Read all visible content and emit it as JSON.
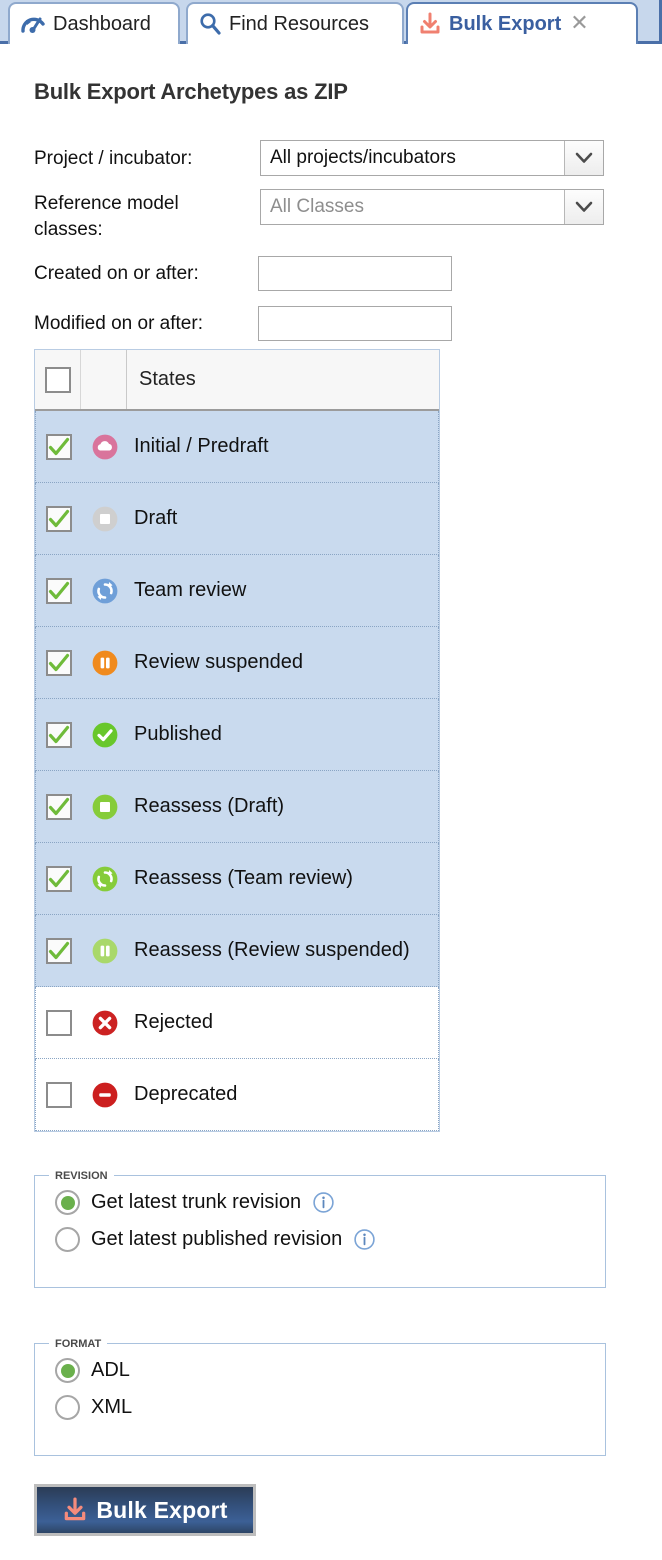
{
  "tabs": [
    {
      "id": "dashboard",
      "label": "Dashboard",
      "icon": "dashboard-gauge-icon",
      "active": false,
      "closable": false
    },
    {
      "id": "find-resources",
      "label": "Find Resources",
      "icon": "magnifier-icon",
      "active": false,
      "closable": false
    },
    {
      "id": "bulk-export",
      "label": "Bulk Export",
      "icon": "download-tray-icon",
      "active": true,
      "closable": true,
      "close_glyph": "✕"
    }
  ],
  "page": {
    "title": "Bulk Export Archetypes as ZIP"
  },
  "form": {
    "project": {
      "label": "Project / incubator:",
      "value": "All projects/incubators",
      "is_placeholder": false,
      "arrow_icon": "chevron-down-icon"
    },
    "reference_model": {
      "label": "Reference model classes:",
      "value": "All Classes",
      "is_placeholder": true,
      "arrow_icon": "chevron-down-icon"
    },
    "created_on_or_after": {
      "label": "Created on or after:",
      "value": "",
      "placeholder": ""
    },
    "modified_on_or_after": {
      "label": "Modified on or after:",
      "value": "",
      "placeholder": ""
    }
  },
  "states_table": {
    "header": {
      "select_all_checked": false,
      "column_label": "States"
    },
    "rows": [
      {
        "label": "Initial / Predraft",
        "checked": true,
        "icon": "state-predraft-cloud-icon",
        "icon_color": "#d9749c",
        "icon_shape": "cloud",
        "selected": true
      },
      {
        "label": "Draft",
        "checked": true,
        "icon": "state-draft-square-icon",
        "icon_color": "#cfcfcf",
        "icon_shape": "square",
        "selected": true
      },
      {
        "label": "Team review",
        "checked": true,
        "icon": "state-team-review-refresh-icon",
        "icon_color": "#6f9fd8",
        "icon_shape": "refresh",
        "selected": true
      },
      {
        "label": "Review suspended",
        "checked": true,
        "icon": "state-review-suspended-pause-icon",
        "icon_color": "#f08a1d",
        "icon_shape": "pause",
        "selected": true
      },
      {
        "label": "Published",
        "checked": true,
        "icon": "state-published-check-icon",
        "icon_color": "#68c72b",
        "icon_shape": "check",
        "selected": true
      },
      {
        "label": "Reassess (Draft)",
        "checked": true,
        "icon": "state-reassess-draft-square-icon",
        "icon_color": "#86cc3a",
        "icon_shape": "square",
        "selected": true
      },
      {
        "label": "Reassess (Team review)",
        "checked": true,
        "icon": "state-reassess-team-refresh-icon",
        "icon_color": "#86cc3a",
        "icon_shape": "refresh",
        "selected": true
      },
      {
        "label": "Reassess (Review suspended)",
        "checked": true,
        "icon": "state-reassess-suspended-pause-icon",
        "icon_color": "#a9d86a",
        "icon_shape": "pause",
        "selected": true
      },
      {
        "label": "Rejected",
        "checked": false,
        "icon": "state-rejected-cross-icon",
        "icon_color": "#cc2222",
        "icon_shape": "cross",
        "selected": false
      },
      {
        "label": "Deprecated",
        "checked": false,
        "icon": "state-deprecated-minus-icon",
        "icon_color": "#cc1f1f",
        "icon_shape": "minus",
        "selected": false
      }
    ]
  },
  "revision": {
    "legend": "Revision",
    "options": [
      {
        "label": "Get latest trunk revision",
        "selected": true,
        "info_icon": "info-icon"
      },
      {
        "label": "Get latest published revision",
        "selected": false,
        "info_icon": "info-icon"
      }
    ]
  },
  "format": {
    "legend": "Format",
    "options": [
      {
        "label": "ADL",
        "selected": true
      },
      {
        "label": "XML",
        "selected": false
      }
    ]
  },
  "actions": {
    "bulk_export": {
      "label": "Bulk Export",
      "icon": "download-tray-icon"
    }
  },
  "colors": {
    "tabbar_bg": "#c7d7ec",
    "tab_active_text": "#3a5fa0",
    "row_selected_bg": "#c9daee",
    "fieldset_border": "#a9c2de",
    "accent_green": "#6ab04c",
    "button_gradient_top": "#2b3c56",
    "button_gradient_bottom": "#2d4566",
    "download_icon": "#f08070"
  }
}
